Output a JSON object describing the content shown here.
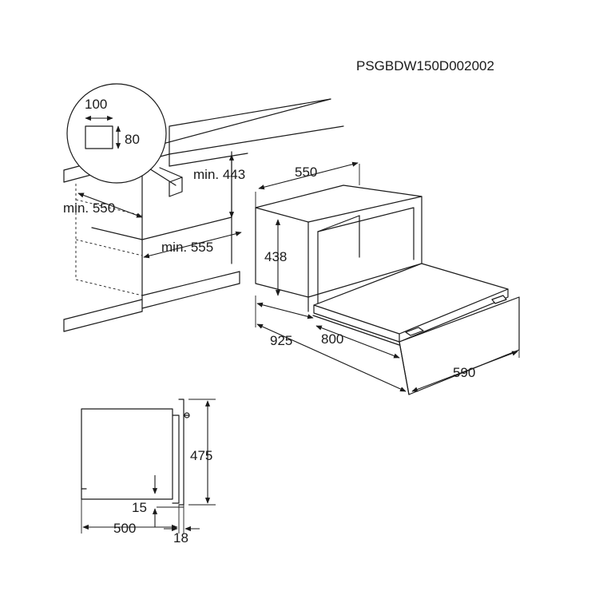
{
  "drawing_code": "PSGBDW150D002002",
  "dimensions": {
    "vent_width": "100",
    "vent_height": "80",
    "min_443": "min. 443",
    "min_550": "min. 550",
    "min_555": "min. 555",
    "depth_550": "550",
    "height_438": "438",
    "depth_925": "925",
    "depth_800": "800",
    "width_590": "590",
    "side_475": "475",
    "side_15": "15",
    "side_500": "500",
    "side_18": "18"
  }
}
